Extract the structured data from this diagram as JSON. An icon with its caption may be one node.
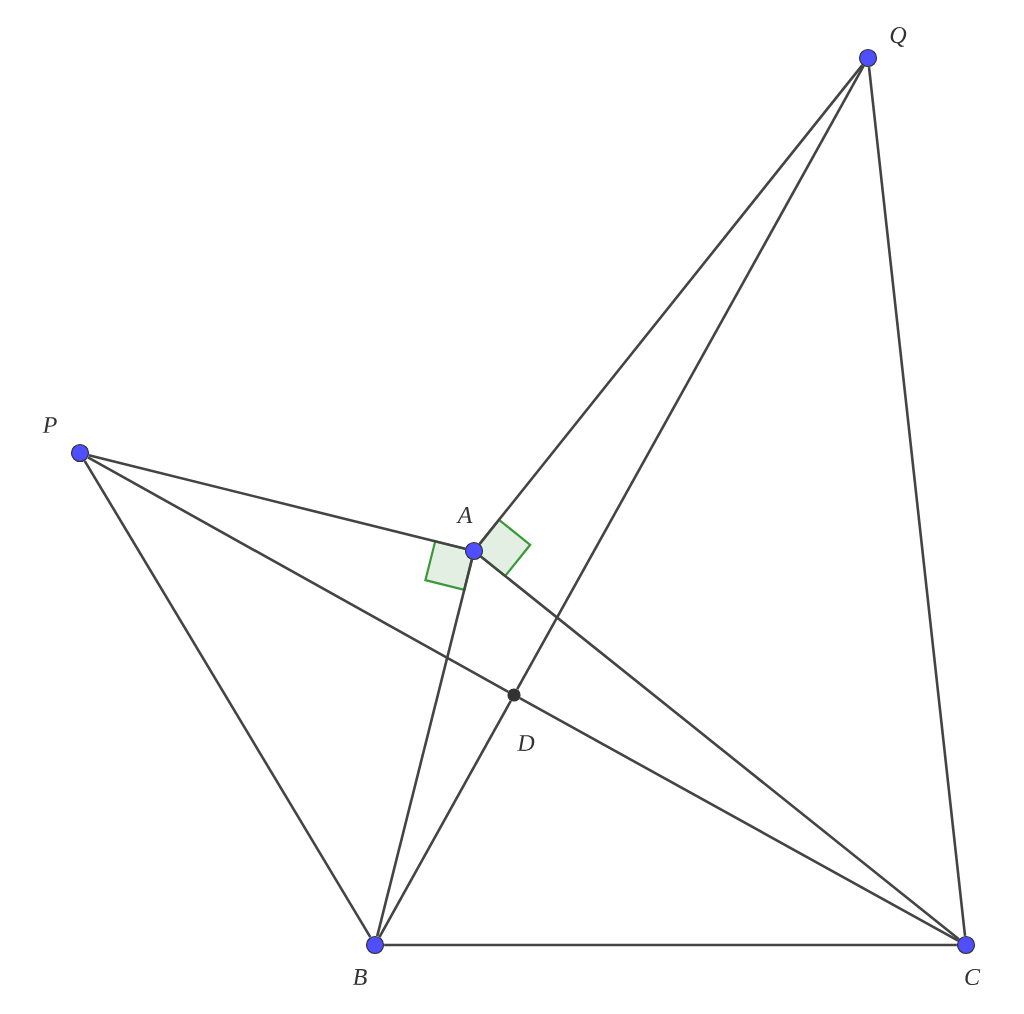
{
  "diagram": {
    "nodes": [
      {
        "text": [],
        "shape": "circle",
        "beside": [
          "Q"
        ]
      },
      {
        "text": [],
        "shape": "circle",
        "beside": [
          "P"
        ]
      },
      {
        "text": [],
        "shape": "circle",
        "beside": [
          "A"
        ]
      },
      {
        "text": [],
        "shape": "circle",
        "beside": [
          "D"
        ]
      },
      {
        "text": [],
        "shape": "circle",
        "beside": [
          "B"
        ]
      },
      {
        "text": [],
        "shape": "circle",
        "beside": [
          "C"
        ]
      }
    ],
    "edges": [
      {
        "from": 0,
        "to": 2,
        "arrow": "none"
      },
      {
        "from": 0,
        "to": 3,
        "arrow": "none"
      },
      {
        "from": 0,
        "to": 5,
        "arrow": "none"
      },
      {
        "from": 1,
        "to": 2,
        "arrow": "none"
      },
      {
        "from": 1,
        "to": 3,
        "arrow": "none"
      },
      {
        "from": 1,
        "to": 4,
        "arrow": "none"
      },
      {
        "from": 2,
        "to": 4,
        "arrow": "none"
      },
      {
        "from": 2,
        "to": 5,
        "arrow": "none"
      },
      {
        "from": 3,
        "to": 4,
        "arrow": "none"
      },
      {
        "from": 3,
        "to": 5,
        "arrow": "none"
      },
      {
        "from": 4,
        "to": 5,
        "arrow": "none"
      }
    ]
  }
}
